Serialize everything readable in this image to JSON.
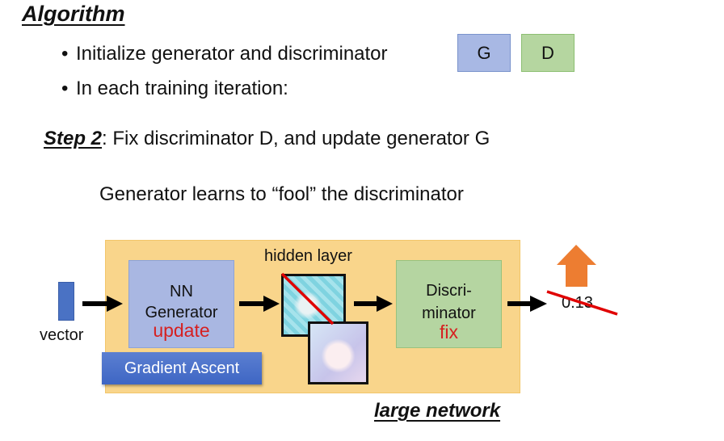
{
  "slide": {
    "title": "Algorithm",
    "bullets": [
      "Initialize generator and discriminator",
      "In each training iteration:"
    ],
    "g_box_label": "G",
    "d_box_label": "D",
    "step_label": "Step 2",
    "step_text": ": Fix discriminator D, and update generator G",
    "subtitle": "Generator learns to “fool” the discriminator"
  },
  "diagram": {
    "vector_label": "vector",
    "generator_line1": "NN",
    "generator_line2": "Generator",
    "generator_status": "update",
    "gradient_button": "Gradient Ascent",
    "hidden_layer_label": "hidden layer",
    "discriminator_line1": "Discri-",
    "discriminator_line2": "minator",
    "discriminator_status": "fix",
    "output_value": "0.13",
    "container_label": "large network",
    "colors": {
      "generator": "#a9b7e2",
      "discriminator": "#b5d5a1",
      "container": "#f9d58b",
      "status_red": "#d62020",
      "up_arrow": "#ed7d31",
      "gradient_button": "#4a70c8"
    }
  }
}
